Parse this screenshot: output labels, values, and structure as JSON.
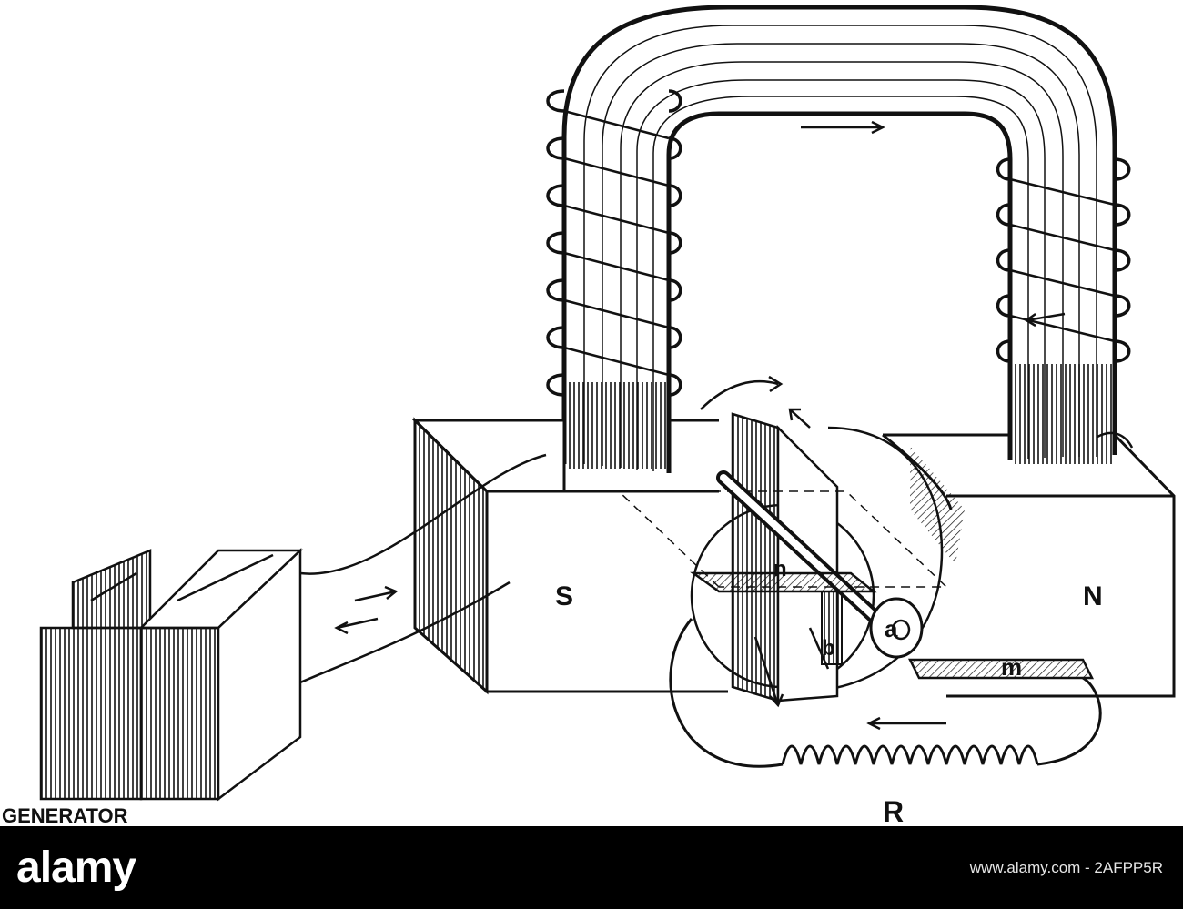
{
  "diagram": {
    "labels": {
      "generator": "GENERATOR",
      "south_pole": "S",
      "north_pole": "N",
      "resistance": "R",
      "point_n": "n",
      "point_a": "a",
      "point_b": "b",
      "point_m": "m"
    }
  },
  "footer": {
    "brand": "alamy",
    "stock_id": "www.alamy.com - 2AFPP5R"
  },
  "colors": {
    "ink": "#111111",
    "paper": "#ffffff",
    "footer_bg": "#000000",
    "footer_text": "#ffffff"
  }
}
